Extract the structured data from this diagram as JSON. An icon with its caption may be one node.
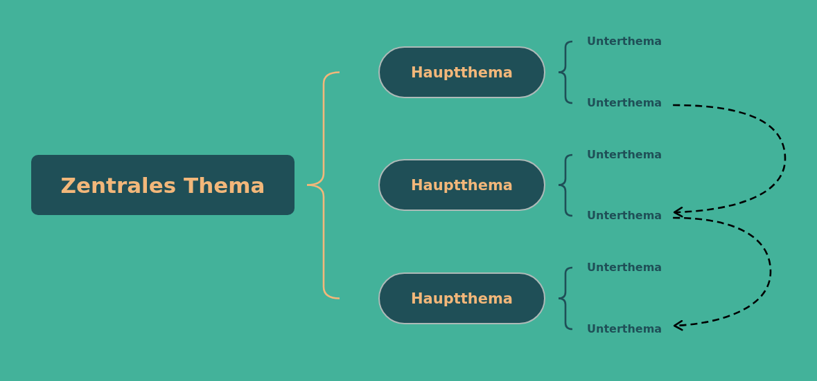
{
  "diagram": {
    "nodes": [
      {
        "text": [
          "Zentrales Thema"
        ]
      },
      {
        "text": [
          "Hauptthema"
        ]
      },
      {
        "text": [
          "Unterthema"
        ]
      },
      {
        "text": [
          "Unterthema"
        ]
      },
      {
        "text": [
          "Hauptthema"
        ]
      },
      {
        "text": [
          "Unterthema"
        ]
      },
      {
        "text": [
          "Unterthema"
        ]
      },
      {
        "text": [
          "Hauptthema"
        ]
      },
      {
        "text": [
          "Unterthema"
        ]
      },
      {
        "text": [
          "Unterthema"
        ]
      }
    ],
    "edges": [
      {
        "from": 0,
        "to": 1,
        "arrow": "none",
        "color": "#f2b77a"
      },
      {
        "from": 0,
        "to": 7,
        "arrow": "none",
        "color": "#f2b77a"
      },
      {
        "from": 1,
        "to": 2,
        "arrow": "none"
      },
      {
        "from": 1,
        "to": 3,
        "arrow": "none"
      },
      {
        "from": 4,
        "to": 5,
        "arrow": "none"
      },
      {
        "from": 4,
        "to": 6,
        "arrow": "none"
      },
      {
        "from": 7,
        "to": 8,
        "arrow": "none"
      },
      {
        "from": 7,
        "to": 9,
        "arrow": "none"
      },
      {
        "from": 3,
        "to": 6,
        "arrow": "to",
        "style": "dashed",
        "color": "#000000"
      },
      {
        "from": 6,
        "to": 9,
        "arrow": "to",
        "style": "dashed",
        "color": "#000000"
      }
    ]
  }
}
